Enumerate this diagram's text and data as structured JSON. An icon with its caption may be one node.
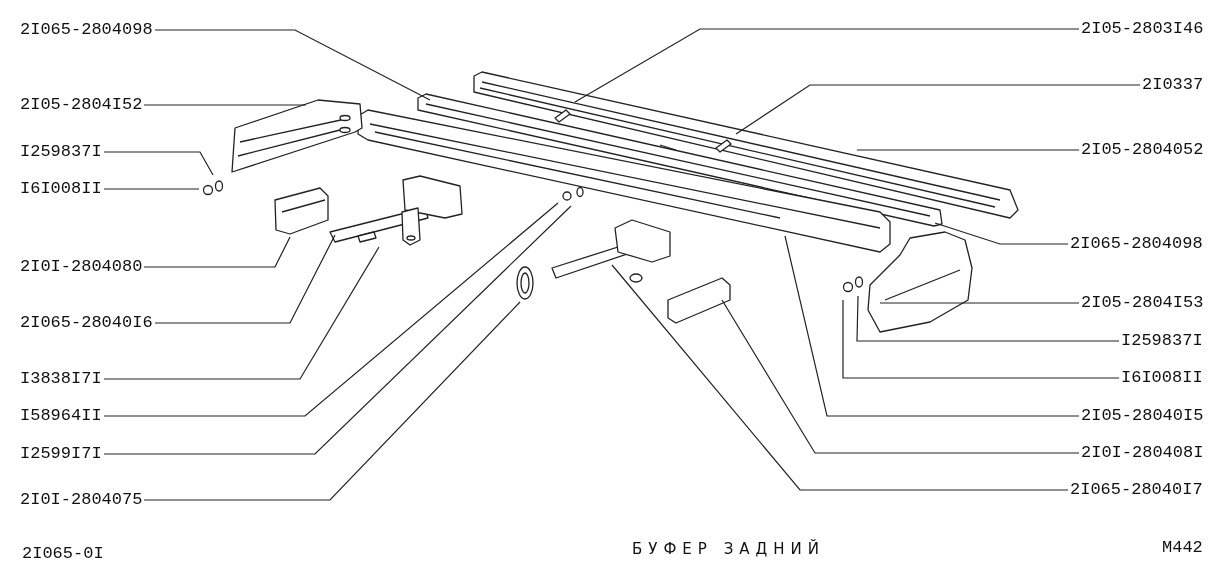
{
  "diagram": {
    "title": "БУФЕР ЗАДНИЙ",
    "nodes": [
      {
        "text": [
          "2I065-2804098"
        ]
      },
      {
        "text": [
          "2I05-2804I52"
        ]
      },
      {
        "text": [
          "I259837I"
        ]
      },
      {
        "text": [
          "I6I008II"
        ]
      },
      {
        "text": [
          "2I0I-2804080"
        ]
      },
      {
        "text": [
          "2I065-28040I6"
        ]
      },
      {
        "text": [
          "I3838I7I"
        ]
      },
      {
        "text": [
          "I58964II"
        ]
      },
      {
        "text": [
          "I2599I7I"
        ]
      },
      {
        "text": [
          "2I0I-2804075"
        ]
      },
      {
        "text": [
          "2I05-2803I46"
        ]
      },
      {
        "text": [
          "2I0337"
        ]
      },
      {
        "text": [
          "2I05-2804052"
        ]
      },
      {
        "text": [
          "2I065-2804098"
        ]
      },
      {
        "text": [
          "2I05-2804I53"
        ]
      },
      {
        "text": [
          "I259837I"
        ]
      },
      {
        "text": [
          "I6I008II"
        ]
      },
      {
        "text": [
          "2I05-28040I5"
        ]
      },
      {
        "text": [
          "2I0I-280408I"
        ]
      },
      {
        "text": [
          "2I065-28040I7"
        ]
      }
    ],
    "edges": [
      {
        "from": 0,
        "to": null,
        "arrow": "none"
      },
      {
        "from": 1,
        "to": null,
        "arrow": "none"
      },
      {
        "from": 2,
        "to": null,
        "arrow": "none"
      },
      {
        "from": 3,
        "to": null,
        "arrow": "none"
      },
      {
        "from": 4,
        "to": null,
        "arrow": "none"
      },
      {
        "from": 5,
        "to": null,
        "arrow": "none"
      },
      {
        "from": 6,
        "to": null,
        "arrow": "none"
      },
      {
        "from": 7,
        "to": null,
        "arrow": "none"
      },
      {
        "from": 8,
        "to": null,
        "arrow": "none"
      },
      {
        "from": 9,
        "to": null,
        "arrow": "none"
      },
      {
        "from": 10,
        "to": null,
        "arrow": "none"
      },
      {
        "from": 11,
        "to": null,
        "arrow": "none"
      },
      {
        "from": 12,
        "to": null,
        "arrow": "none"
      },
      {
        "from": 13,
        "to": null,
        "arrow": "none"
      },
      {
        "from": 14,
        "to": null,
        "arrow": "none"
      },
      {
        "from": 15,
        "to": null,
        "arrow": "none"
      },
      {
        "from": 16,
        "to": null,
        "arrow": "none"
      },
      {
        "from": 17,
        "to": null,
        "arrow": "none"
      },
      {
        "from": 18,
        "to": null,
        "arrow": "none"
      },
      {
        "from": 19,
        "to": null,
        "arrow": "none"
      }
    ],
    "labels": [
      "2I065-0I",
      "M442"
    ]
  }
}
